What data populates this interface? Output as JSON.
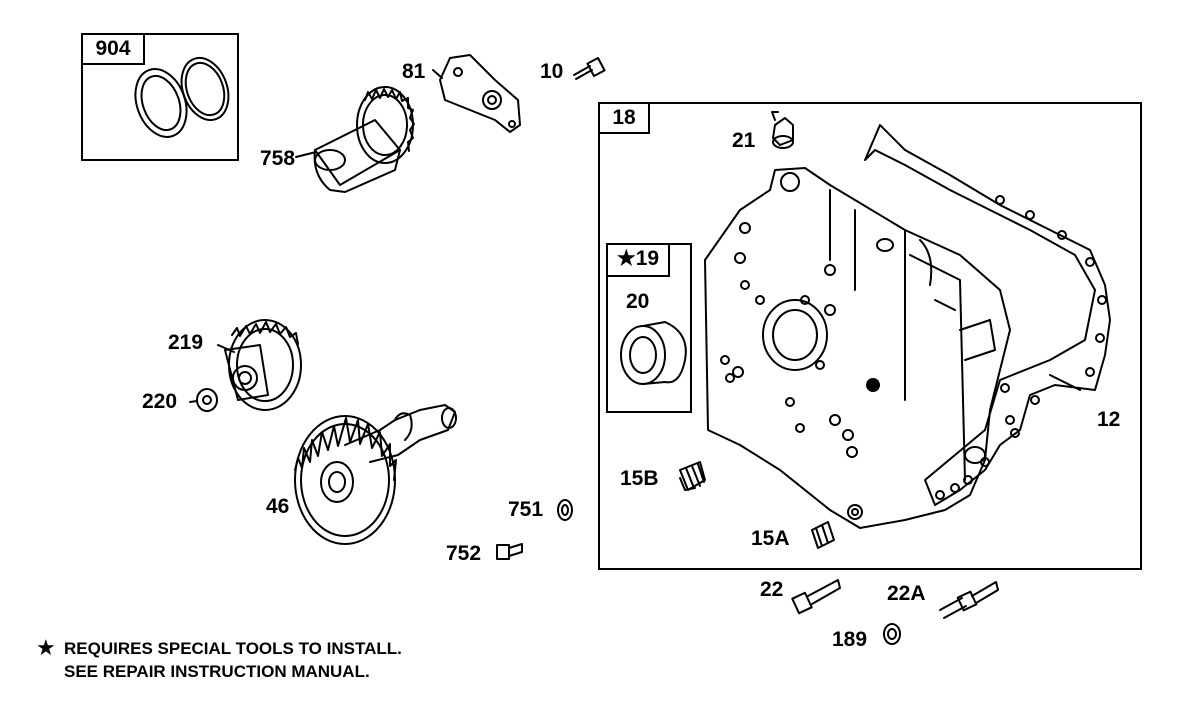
{
  "kits": {
    "k904": "904",
    "k18": "18",
    "k19": "19",
    "star": "★"
  },
  "parts": {
    "p81": "81",
    "p10": "10",
    "p758": "758",
    "p21": "21",
    "p20": "20",
    "p219": "219",
    "p220": "220",
    "p46": "46",
    "p12": "12",
    "p15B": "15B",
    "p15A": "15A",
    "p751": "751",
    "p752": "752",
    "p22": "22",
    "p22A": "22A",
    "p189": "189"
  },
  "note": {
    "symbol": "★",
    "line1": "REQUIRES SPECIAL TOOLS TO INSTALL.",
    "line2": "SEE REPAIR INSTRUCTION MANUAL."
  }
}
